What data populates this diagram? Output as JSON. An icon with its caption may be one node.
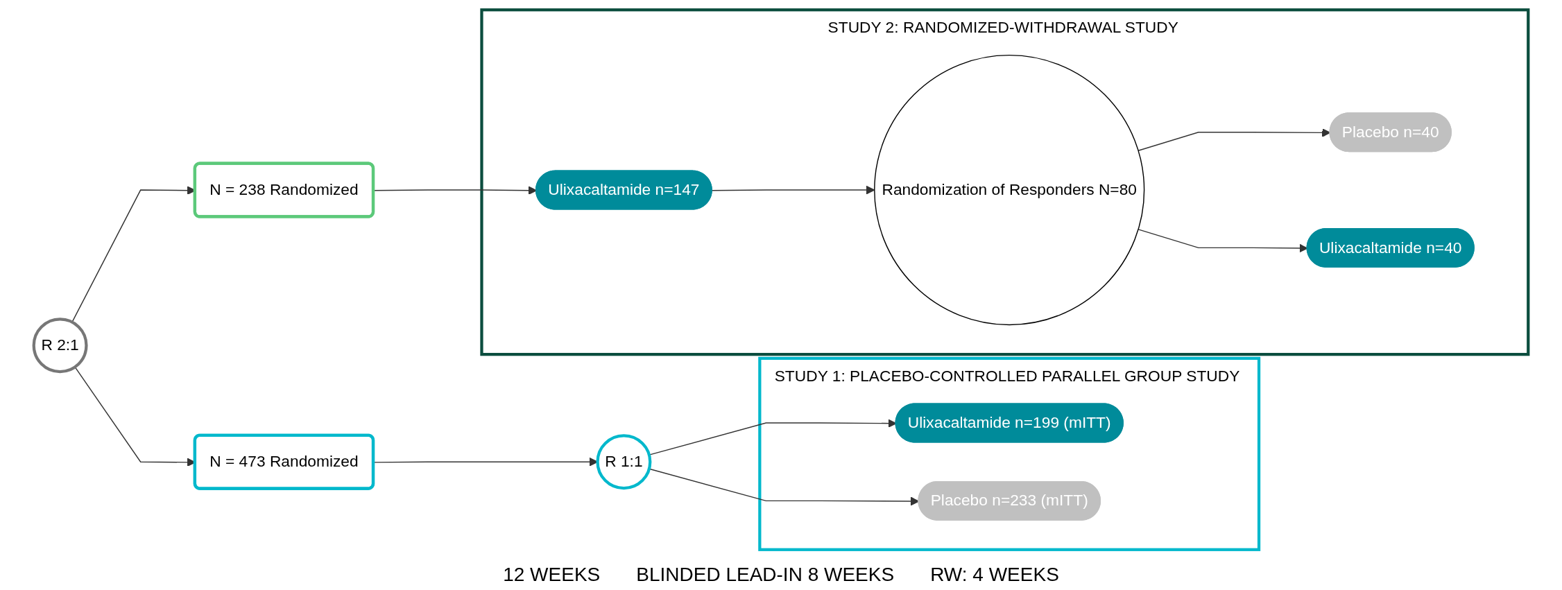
{
  "diagram": {
    "nodes": [
      {
        "text": [
          "R 2:1"
        ]
      },
      {
        "text": [
          "N = 473 Randomized"
        ]
      },
      {
        "text": [
          "R 1:1"
        ]
      },
      {
        "text": [
          "STUDY 1: PLACEBO-CONTROLLED PARALLEL GROUP STUDY"
        ]
      },
      {
        "text": [
          "Ulixacaltamide n=199 (mITT)"
        ],
        "in": 3
      },
      {
        "text": [
          "Placebo n=233 (mITT)"
        ],
        "in": 3
      },
      {
        "text": [
          "N = 238 Randomized"
        ]
      },
      {
        "text": [
          "STUDY 2: RANDOMIZED-WITHDRAWAL STUDY"
        ]
      },
      {
        "text": [
          "Ulixacaltamide n=147"
        ],
        "in": 7
      },
      {
        "text": [
          "Randomization of Responders N=80"
        ],
        "in": 7
      },
      {
        "text": [
          "Placebo n=40"
        ],
        "in": 7
      },
      {
        "text": [
          "Ulixacaltamide n=40"
        ],
        "in": 7
      }
    ],
    "edges": [
      {
        "from": 0,
        "to": 1,
        "arrow": "to"
      },
      {
        "from": 0,
        "to": 6,
        "arrow": "to"
      },
      {
        "from": 1,
        "to": 2,
        "arrow": "to"
      },
      {
        "from": 2,
        "to": 4,
        "arrow": "to"
      },
      {
        "from": 2,
        "to": 5,
        "arrow": "to"
      },
      {
        "from": 6,
        "to": 8,
        "arrow": "to"
      },
      {
        "from": 8,
        "to": 9,
        "arrow": "to"
      },
      {
        "from": 9,
        "to": 10,
        "arrow": "to"
      },
      {
        "from": 9,
        "to": 11,
        "arrow": "to"
      }
    ],
    "labels": [
      "12 WEEKS",
      "BLINDED LEAD-IN 8 WEEKS",
      "RW: 4 WEEKS"
    ]
  }
}
